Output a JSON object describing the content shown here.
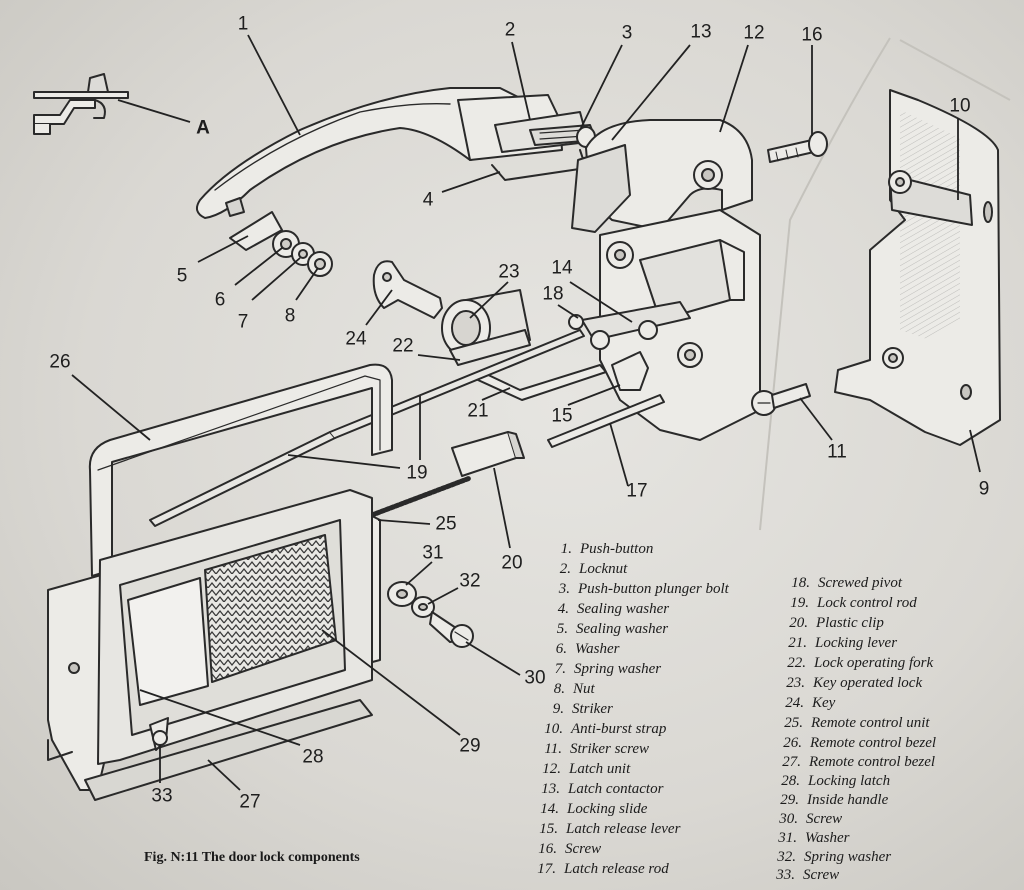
{
  "caption": "Fig. N:11 The door lock components",
  "callouts": [
    {
      "label": "1"
    },
    {
      "label": "2"
    },
    {
      "label": "3"
    },
    {
      "label": "13"
    },
    {
      "label": "12"
    },
    {
      "label": "16"
    },
    {
      "label": "10"
    },
    {
      "label": "A"
    },
    {
      "label": "4"
    },
    {
      "label": "5"
    },
    {
      "label": "6"
    },
    {
      "label": "7"
    },
    {
      "label": "8"
    },
    {
      "label": "24"
    },
    {
      "label": "23"
    },
    {
      "label": "14"
    },
    {
      "label": "18"
    },
    {
      "label": "22"
    },
    {
      "label": "26"
    },
    {
      "label": "21"
    },
    {
      "label": "15"
    },
    {
      "label": "11"
    },
    {
      "label": "19"
    },
    {
      "label": "17"
    },
    {
      "label": "9"
    },
    {
      "label": "25"
    },
    {
      "label": "20"
    },
    {
      "label": "31"
    },
    {
      "label": "32"
    },
    {
      "label": "30"
    },
    {
      "label": "28"
    },
    {
      "label": "29"
    },
    {
      "label": "33"
    },
    {
      "label": "27"
    }
  ],
  "legend": [
    {
      "num": "1.",
      "text": "Push-button"
    },
    {
      "num": "2.",
      "text": "Locknut"
    },
    {
      "num": "3.",
      "text": "Push-button plunger bolt"
    },
    {
      "num": "4.",
      "text": "Sealing washer"
    },
    {
      "num": "5.",
      "text": "Sealing washer"
    },
    {
      "num": "6.",
      "text": "Washer"
    },
    {
      "num": "7.",
      "text": "Spring washer"
    },
    {
      "num": "8.",
      "text": "Nut"
    },
    {
      "num": "9.",
      "text": "Striker"
    },
    {
      "num": "10.",
      "text": "Anti-burst strap"
    },
    {
      "num": "11.",
      "text": "Striker screw"
    },
    {
      "num": "12.",
      "text": "Latch unit"
    },
    {
      "num": "13.",
      "text": "Latch contactor"
    },
    {
      "num": "14.",
      "text": "Locking slide"
    },
    {
      "num": "15.",
      "text": "Latch release lever"
    },
    {
      "num": "16.",
      "text": "Screw"
    },
    {
      "num": "17.",
      "text": "Latch release rod"
    },
    {
      "num": "18.",
      "text": "Screwed pivot"
    },
    {
      "num": "19.",
      "text": "Lock control rod"
    },
    {
      "num": "20.",
      "text": "Plastic clip"
    },
    {
      "num": "21.",
      "text": "Locking lever"
    },
    {
      "num": "22.",
      "text": "Lock operating fork"
    },
    {
      "num": "23.",
      "text": "Key operated lock"
    },
    {
      "num": "24.",
      "text": "Key"
    },
    {
      "num": "25.",
      "text": "Remote control unit"
    },
    {
      "num": "26.",
      "text": "Remote control bezel"
    },
    {
      "num": "27.",
      "text": "Remote control bezel"
    },
    {
      "num": "28.",
      "text": "Locking latch"
    },
    {
      "num": "29.",
      "text": "Inside handle"
    },
    {
      "num": "30.",
      "text": "Screw"
    },
    {
      "num": "31.",
      "text": "Washer"
    },
    {
      "num": "32.",
      "text": "Spring washer"
    },
    {
      "num": "33.",
      "text": "Screw"
    }
  ]
}
